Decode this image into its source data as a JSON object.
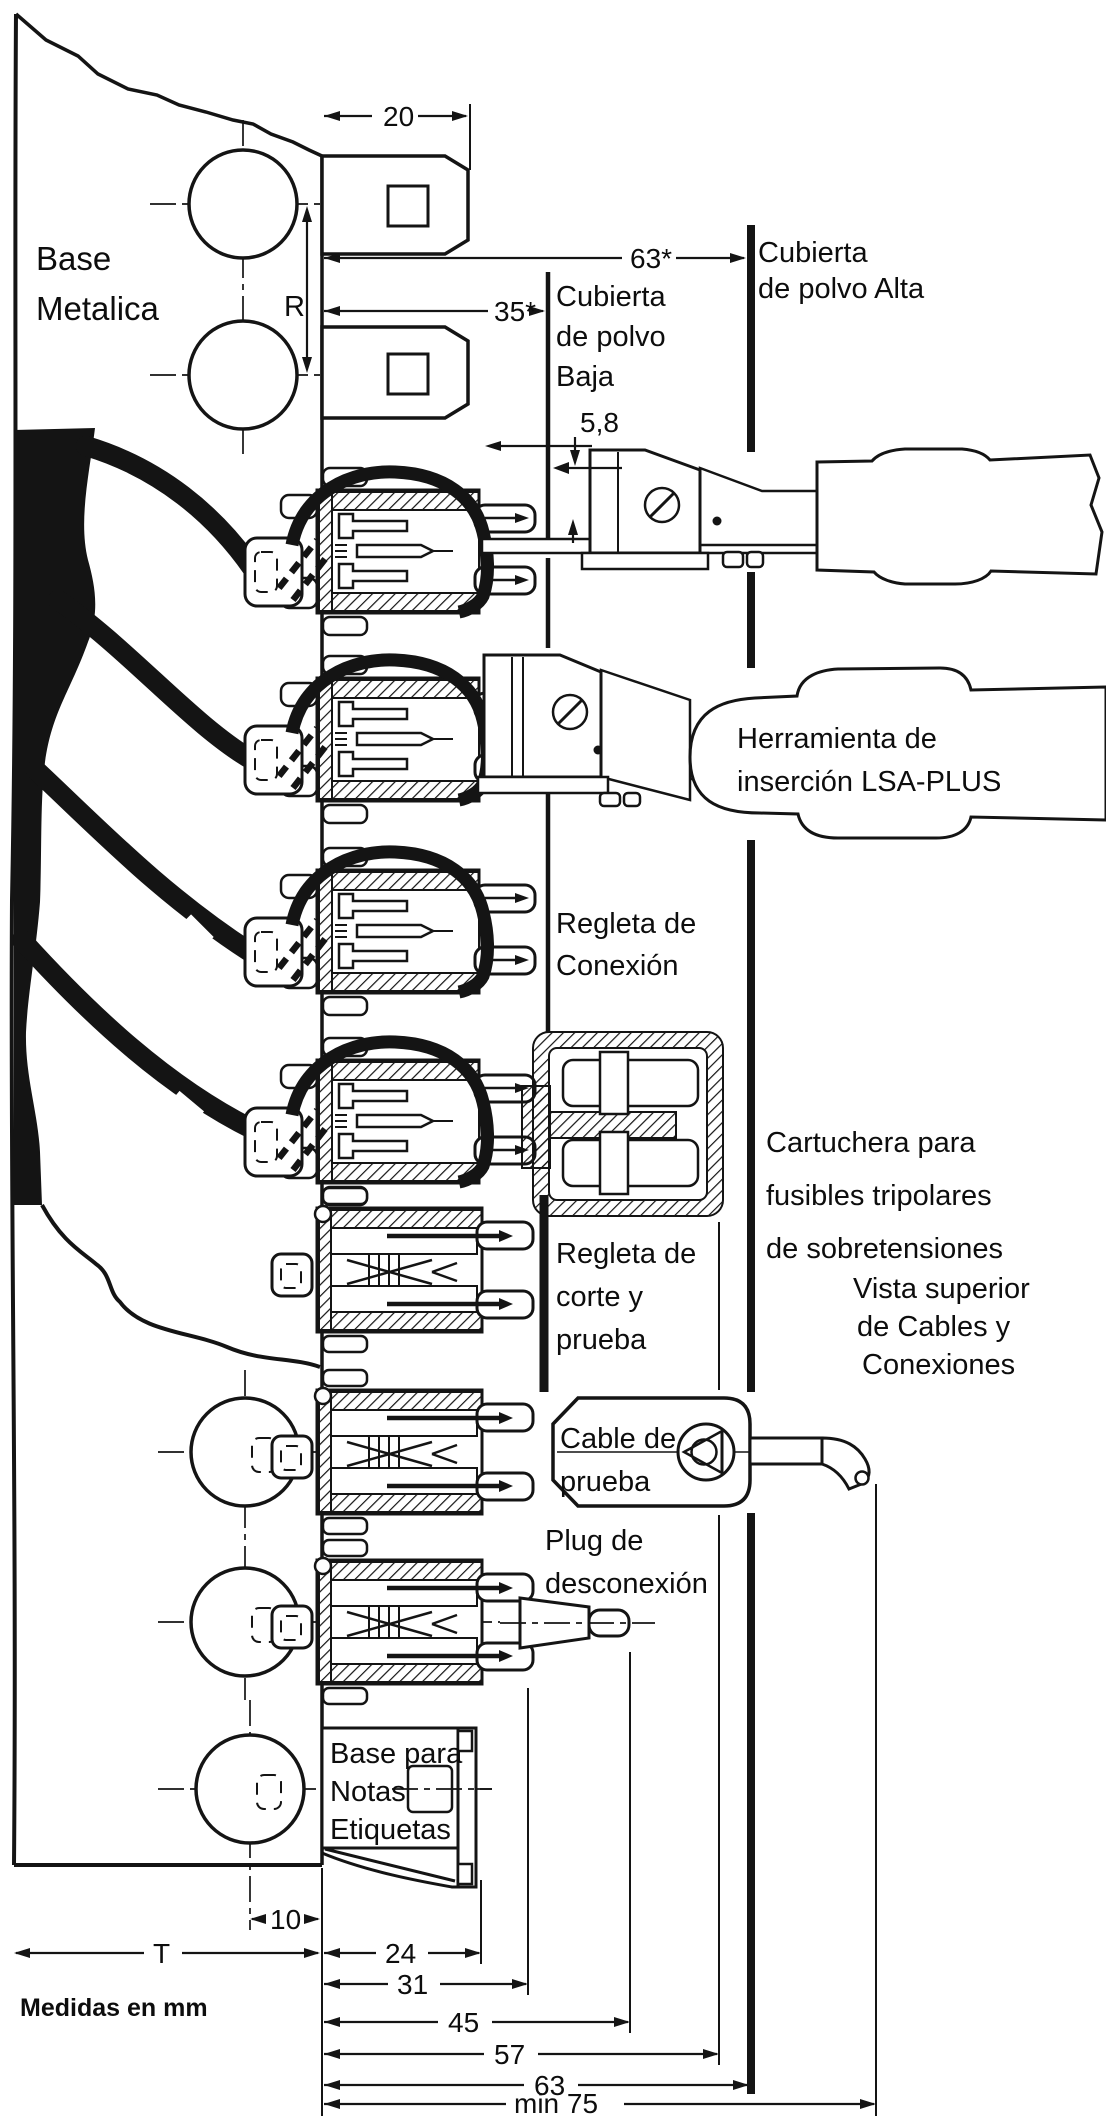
{
  "labels": {
    "base1": "Base",
    "base2": "Metalica",
    "cubierta_baja1": "Cubierta",
    "cubierta_baja2": "de polvo",
    "cubierta_baja3": "Baja",
    "cubierta_alta1": "Cubierta",
    "cubierta_alta2": "de polvo Alta",
    "herramienta1": "Herramienta de",
    "herramienta2": "inserción LSA-PLUS",
    "regleta_conexion1": "Regleta de",
    "regleta_conexion2": "Conexión",
    "cartuchera1": "Cartuchera para",
    "cartuchera2": "fusibles tripolares",
    "cartuchera3": "de sobretensiones",
    "regleta_corte1": "Regleta de",
    "regleta_corte2": "corte y",
    "regleta_corte3": "prueba",
    "vista1": "Vista superior",
    "vista2": "de Cables y",
    "vista3": "Conexiones",
    "cable_prueba1": "Cable de",
    "cable_prueba2": "prueba",
    "plug1": "Plug de",
    "plug2": "desconexión",
    "base_notas1": "Base para",
    "base_notas2": "Notas",
    "base_notas3": "Etiquetas",
    "medidas": "Medidas en mm"
  },
  "dims": {
    "w20": "20",
    "a63": "63*",
    "a35": "35*",
    "t58": "5,8",
    "r": "R",
    "d10": "10",
    "dT": "T",
    "d24": "24",
    "d31": "31",
    "d45": "45",
    "d57": "57",
    "d63": "63",
    "d75": "min 75"
  }
}
